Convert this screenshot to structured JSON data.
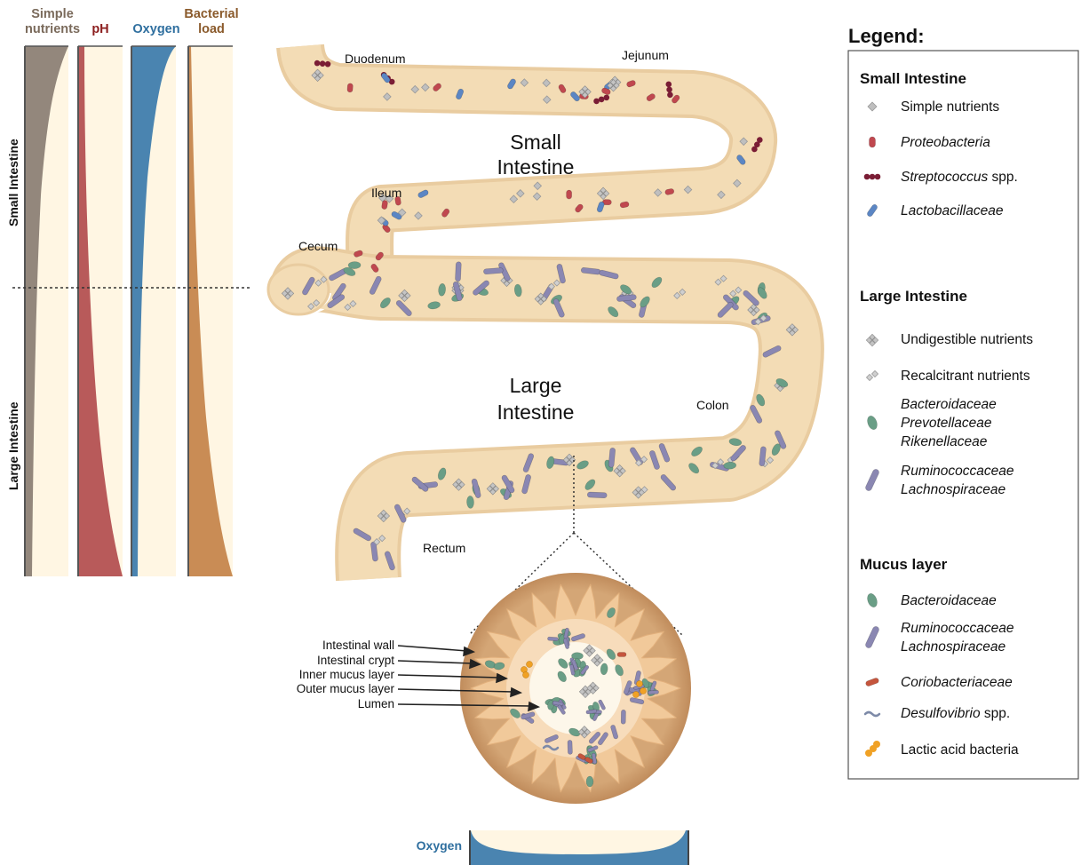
{
  "gradients": {
    "simple_nutrients": {
      "line1": "Simple",
      "line2": "nutrients",
      "color": "#93877c",
      "header_color": "#7a6a5b"
    },
    "ph": {
      "label": "pH",
      "color": "#b85a5a",
      "header_color": "#8c1e1e"
    },
    "oxygen": {
      "label": "Oxygen",
      "color": "#4a84b0",
      "header_color": "#2f6f9f"
    },
    "bacterial_load": {
      "line1": "Bacterial",
      "line2": "load",
      "color": "#c98c55",
      "header_color": "#8a5a2b"
    },
    "background_color": "#fff6e3",
    "small_intestine_label": "Small Intestine",
    "large_intestine_label": "Large Intestine"
  },
  "gut": {
    "duodenum": "Duodenum",
    "jejunum": "Jejunum",
    "ileum": "Ileum",
    "cecum": "Cecum",
    "colon": "Colon",
    "rectum": "Rectum",
    "small_intestine": [
      "Small",
      "Intestine"
    ],
    "large_intestine": [
      "Large",
      "Intestine"
    ],
    "tube_color": "#f3dcb5"
  },
  "cross_section": {
    "labels": [
      "Intestinal wall",
      "Intestinal crypt",
      "Inner mucus layer",
      "Outer mucus layer",
      "Lumen"
    ],
    "oxygen_label": "Oxygen",
    "wall_color": "#cc9a68",
    "crypt_color": "#f1c99a",
    "inner_mucus_color": "#f7dcbb",
    "outer_mucus_color": "#fae9d2",
    "lumen_color": "#fdf7ea"
  },
  "legend": {
    "title": "Legend:",
    "small_intestine": {
      "title": "Small Intestine",
      "items": [
        {
          "parts": [
            {
              "t": "Simple nutrients",
              "i": false
            }
          ],
          "icon": "diamond-icon"
        },
        {
          "parts": [
            {
              "t": "Proteobacteria",
              "i": true
            }
          ],
          "icon": "red-rod-icon"
        },
        {
          "parts": [
            {
              "t": "Streptococcus",
              "i": true
            },
            {
              "t": " spp.",
              "i": false
            }
          ],
          "icon": "cocci-chain-icon"
        },
        {
          "parts": [
            {
              "t": "Lactobacillaceae",
              "i": true
            }
          ],
          "icon": "blue-rod-icon"
        }
      ]
    },
    "large_intestine": {
      "title": "Large Intestine",
      "items": [
        {
          "lines": [
            [
              {
                "t": "Undigestible nutrients",
                "i": false
              }
            ]
          ],
          "icon": "quad-diamond-icon"
        },
        {
          "lines": [
            [
              {
                "t": "Recalcitrant nutrients",
                "i": false
              }
            ]
          ],
          "icon": "pair-diamond-icon"
        },
        {
          "lines": [
            [
              {
                "t": "Bacteroidaceae",
                "i": true
              }
            ],
            [
              {
                "t": "Prevotellaceae",
                "i": true
              }
            ],
            [
              {
                "t": "Rikenellaceae",
                "i": true
              }
            ]
          ],
          "icon": "green-oval-icon"
        },
        {
          "lines": [
            [
              {
                "t": "Ruminococcaceae",
                "i": true
              }
            ],
            [
              {
                "t": "Lachnospiraceae",
                "i": true
              }
            ]
          ],
          "icon": "purple-rod-icon"
        }
      ]
    },
    "mucus_layer": {
      "title": "Mucus layer",
      "items": [
        {
          "lines": [
            [
              {
                "t": "Bacteroidaceae",
                "i": true
              }
            ]
          ],
          "icon": "green-oval-icon"
        },
        {
          "lines": [
            [
              {
                "t": "Ruminococcaceae",
                "i": true
              }
            ],
            [
              {
                "t": "Lachnospiraceae",
                "i": true
              }
            ]
          ],
          "icon": "purple-rod-icon"
        },
        {
          "lines": [
            [
              {
                "t": "Coriobacteriaceae",
                "i": true
              }
            ]
          ],
          "icon": "orange-rod-icon"
        },
        {
          "lines": [
            [
              {
                "t": "Desulfovibrio",
                "i": true
              },
              {
                "t": " spp.",
                "i": false
              }
            ]
          ],
          "icon": "squiggle-icon"
        },
        {
          "lines": [
            [
              {
                "t": "Lactic acid bacteria",
                "i": false
              }
            ]
          ],
          "icon": "yellow-cocci-icon"
        }
      ]
    }
  },
  "colors": {
    "proteobacteria": "#c0484f",
    "streptococcus": "#7a1d35",
    "lactobacillaceae": "#5b86c4",
    "nutrient_grey": "#bfbfbf",
    "bacteroidaceae": "#6a9e86",
    "ruminococcaceae": "#8a87b2",
    "coriobacteriaceae": "#c5553d",
    "desulfovibrio": "#7d8aa8",
    "lactic_acid": "#f0a125"
  }
}
